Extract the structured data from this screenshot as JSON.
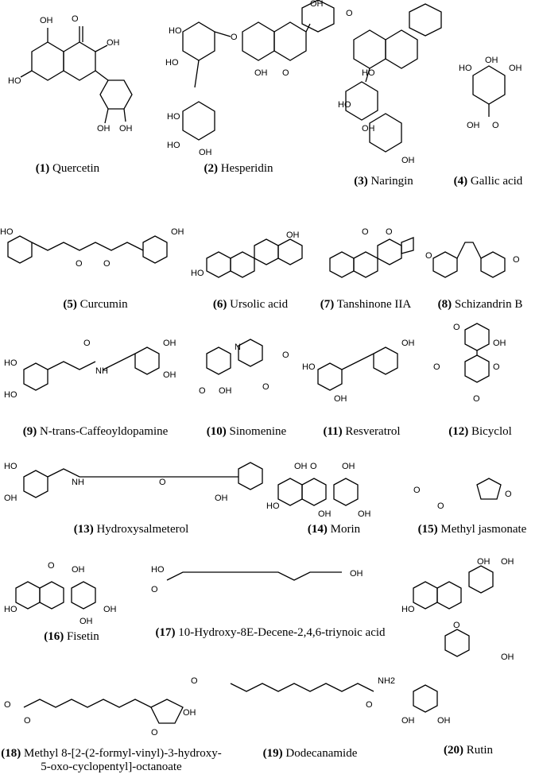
{
  "compounds": [
    {
      "number": "(1)",
      "name": "Quercetin"
    },
    {
      "number": "(2)",
      "name": "Hesperidin"
    },
    {
      "number": "(3)",
      "name": "Naringin"
    },
    {
      "number": "(4)",
      "name": "Gallic acid"
    },
    {
      "number": "(5)",
      "name": "Curcumin"
    },
    {
      "number": "(6)",
      "name": "Ursolic acid"
    },
    {
      "number": "(7)",
      "name": "Tanshinone IIA"
    },
    {
      "number": "(8)",
      "name": "Schizandrin B"
    },
    {
      "number": "(9)",
      "name": "N-trans-Caffeoyldopamine"
    },
    {
      "number": "(10)",
      "name": "Sinomenine"
    },
    {
      "number": "(11)",
      "name": "Resveratrol"
    },
    {
      "number": "(12)",
      "name": "Bicyclol"
    },
    {
      "number": "(13)",
      "name": "Hydroxysalmeterol"
    },
    {
      "number": "(14)",
      "name": "Morin"
    },
    {
      "number": "(15)",
      "name": "Methyl jasmonate"
    },
    {
      "number": "(16)",
      "name": "Fisetin"
    },
    {
      "number": "(17)",
      "name": "10-Hydroxy-8E-Decene-2,4,6-triynoic acid"
    },
    {
      "number": "(18)",
      "name": "Methyl 8-[2-(2-formyl-vinyl)-3-hydroxy-5-oxo-cyclopentyl]-octanoate"
    },
    {
      "number": "(19)",
      "name": "Dodecanamide"
    },
    {
      "number": "(20)",
      "name": "Rutin"
    }
  ],
  "atom_labels": {
    "oh": "OH",
    "o": "O",
    "nh": "NH",
    "n": "N",
    "nh2": "NH2",
    "oh_text": "HO"
  }
}
